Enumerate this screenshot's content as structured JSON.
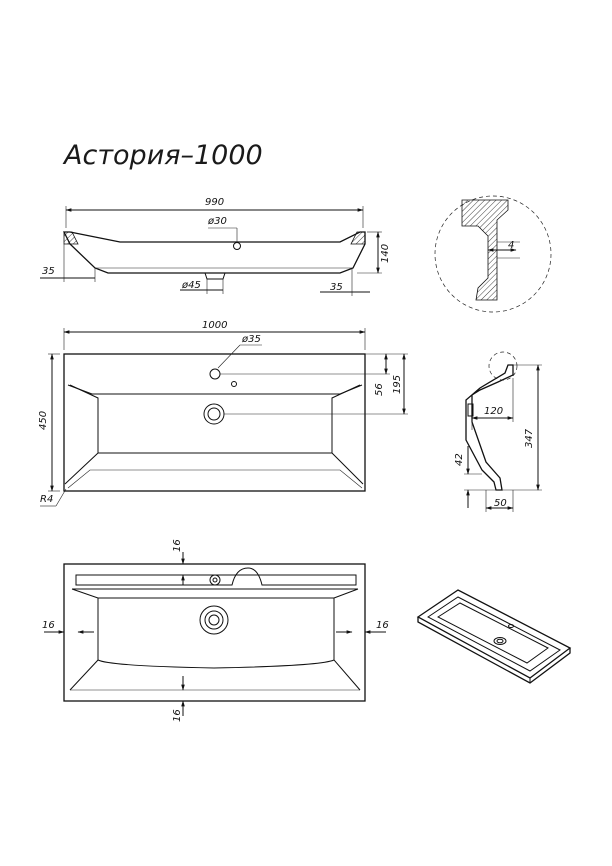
{
  "title": "Астория–1000",
  "front_view": {
    "width": "990",
    "hole": "ø30",
    "height": "140",
    "rim_left": "35",
    "rim_right": "35",
    "drain": "ø45"
  },
  "top_view": {
    "width": "1000",
    "hole": "ø35",
    "depth": "450",
    "hole_offset": "56",
    "drain_offset": "195",
    "radius": "R4"
  },
  "side_view": {
    "rim": "120",
    "depth": "347",
    "drain_height": "42",
    "base": "50"
  },
  "detail_view": {
    "thickness": "4"
  },
  "bottom_view": {
    "top": "16",
    "left": "16",
    "right": "16",
    "bottom": "16"
  }
}
